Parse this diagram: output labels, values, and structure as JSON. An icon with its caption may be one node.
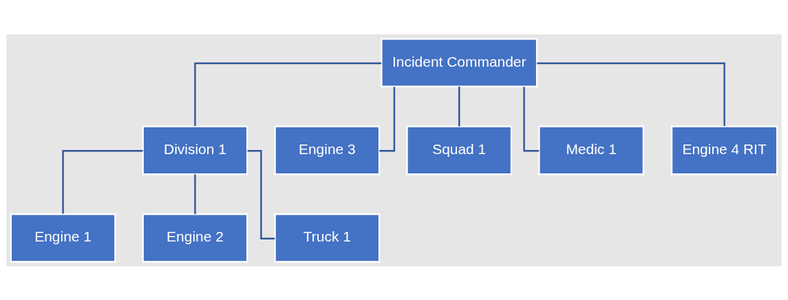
{
  "diagram": {
    "nodes": [
      {
        "text": [
          "Incident Commander"
        ]
      },
      {
        "text": [
          "Division 1"
        ]
      },
      {
        "text": [
          "Engine 3"
        ]
      },
      {
        "text": [
          "Squad 1"
        ]
      },
      {
        "text": [
          "Medic 1"
        ]
      },
      {
        "text": [
          "Engine 4 RIT"
        ]
      },
      {
        "text": [
          "Engine 1"
        ]
      },
      {
        "text": [
          "Engine 2"
        ]
      },
      {
        "text": [
          "Truck 1"
        ]
      }
    ],
    "edges": [
      {
        "from": 0,
        "to": 1,
        "arrow": "none"
      },
      {
        "from": 0,
        "to": 2,
        "arrow": "none"
      },
      {
        "from": 0,
        "to": 3,
        "arrow": "none"
      },
      {
        "from": 0,
        "to": 4,
        "arrow": "none"
      },
      {
        "from": 0,
        "to": 5,
        "arrow": "none"
      },
      {
        "from": 1,
        "to": 6,
        "arrow": "none"
      },
      {
        "from": 1,
        "to": 7,
        "arrow": "none"
      },
      {
        "from": 1,
        "to": 8,
        "arrow": "none"
      }
    ]
  }
}
